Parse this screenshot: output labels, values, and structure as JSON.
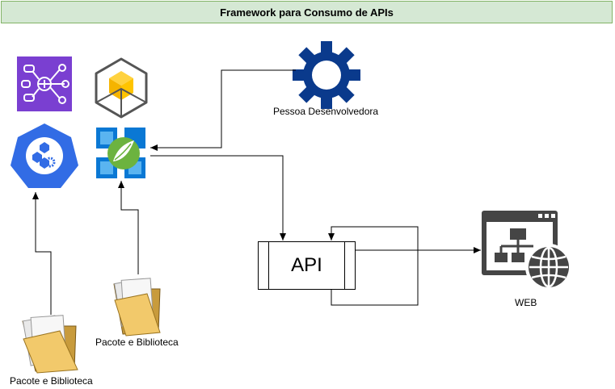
{
  "title": "Framework para Consumo de APIs",
  "nodes": {
    "developer": {
      "label": "Pessoa Desenvolvedora",
      "icon": "gear-icon"
    },
    "api": {
      "label": "API"
    },
    "web": {
      "label": "WEB",
      "icon": "web-sitemap-globe-icon"
    },
    "package_left": {
      "label": "Pacote e Biblioteca",
      "icon": "folder-icon"
    },
    "package_center": {
      "label": "Pacote e Biblioteca",
      "icon": "folder-icon"
    },
    "logic_apps": {
      "icon": "logic-apps-icon"
    },
    "cube": {
      "icon": "cube-icon"
    },
    "kubernetes": {
      "icon": "kubernetes-icon"
    },
    "spring": {
      "icon": "spring-app-icon"
    }
  },
  "colors": {
    "title_fill": "#d5e8d4",
    "title_stroke": "#82b366",
    "gear": "#0a3a8c",
    "purple": "#7a3fd1",
    "k8s": "#326ce5",
    "azure_blue": "#0a78d4",
    "spring_green": "#6cb33f",
    "web_dark": "#454545",
    "folder": "#f2c96b"
  }
}
